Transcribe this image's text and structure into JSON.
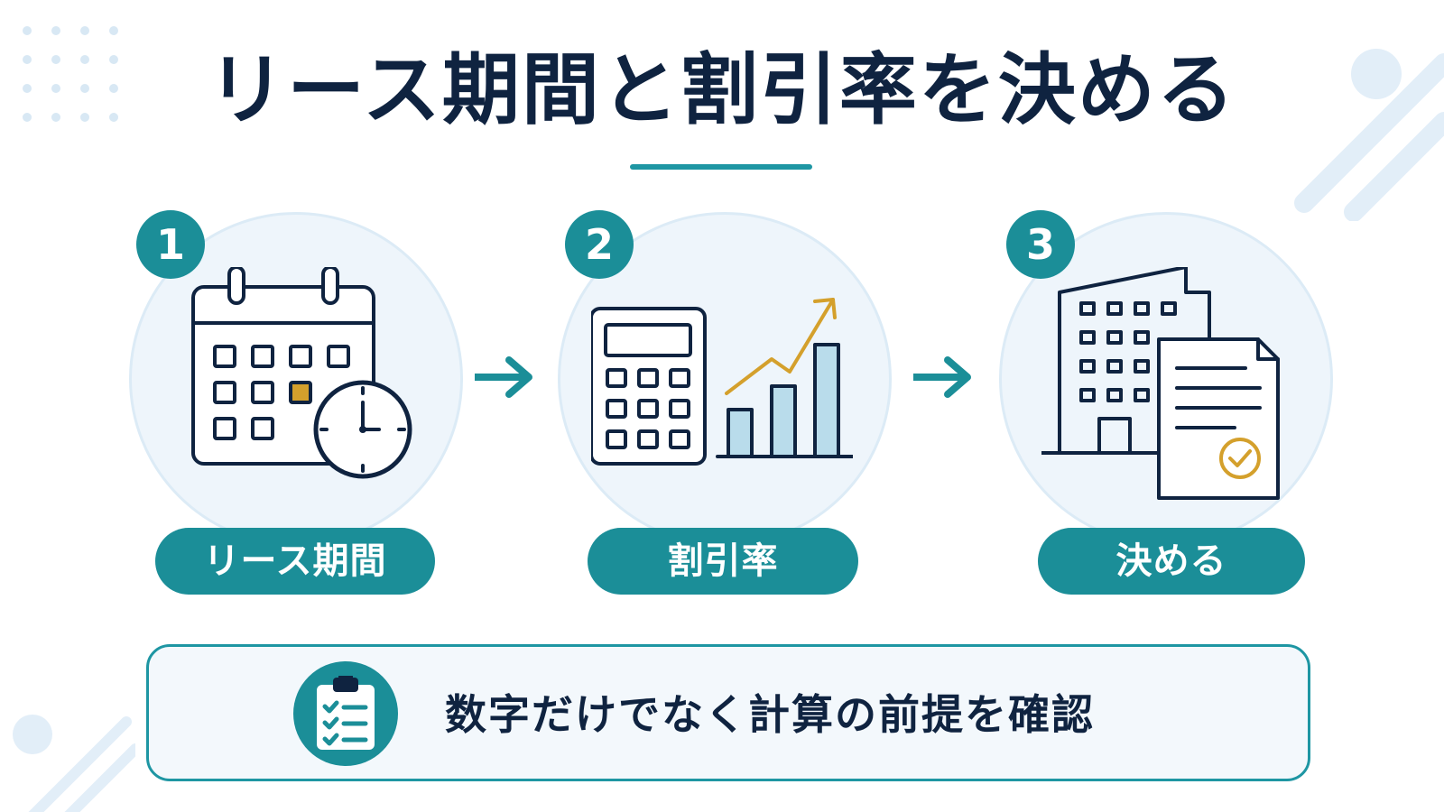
{
  "title": "リース期間と割引率を決める",
  "steps": [
    {
      "number": "1",
      "label": "リース期間",
      "icon": "calendar-clock-icon"
    },
    {
      "number": "2",
      "label": "割引率",
      "icon": "calculator-chart-icon"
    },
    {
      "number": "3",
      "label": "決める",
      "icon": "building-document-icon"
    }
  ],
  "note": {
    "text": "数字だけでなく計算の前提を確認",
    "icon": "clipboard-checklist-icon"
  },
  "colors": {
    "navy": "#0f2340",
    "teal": "#1b8e98",
    "accent_gold": "#d4a02c",
    "circle_bg": "#eef5fb",
    "bar_fill": "#b9dceb"
  }
}
